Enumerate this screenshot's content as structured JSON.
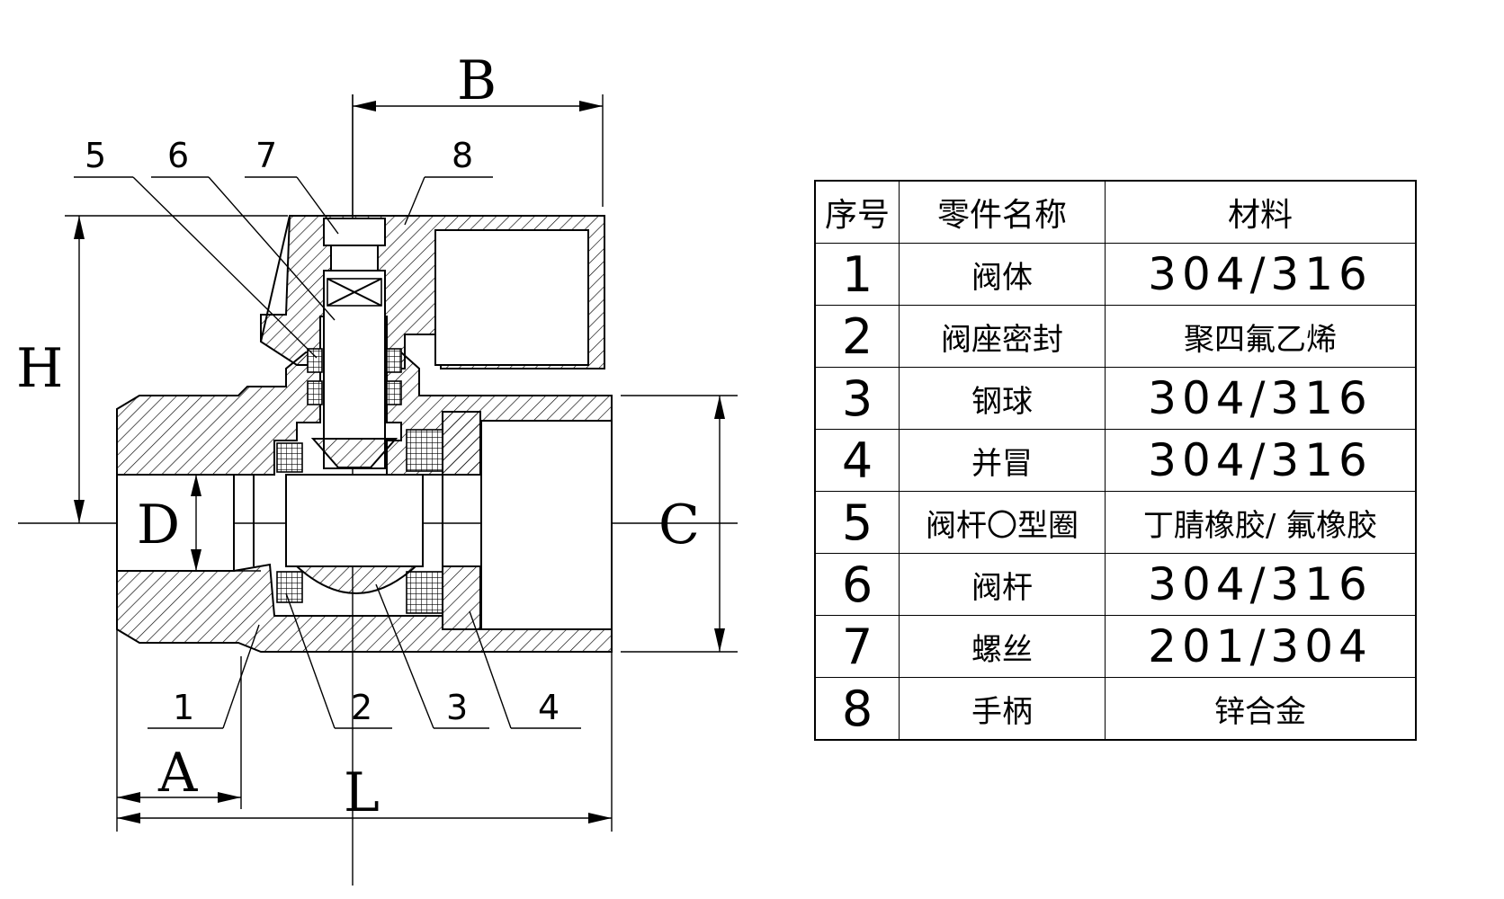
{
  "labels": {
    "dim_B": "B",
    "dim_H": "H",
    "dim_D": "D",
    "dim_C": "C",
    "dim_A": "A",
    "dim_L": "L",
    "callouts": [
      "1",
      "2",
      "3",
      "4",
      "5",
      "6",
      "7",
      "8"
    ]
  },
  "table": {
    "headers": [
      "序号",
      "零件名称",
      "材料"
    ],
    "rows": [
      {
        "no": "1",
        "name": "阀体",
        "material": "304/316"
      },
      {
        "no": "2",
        "name": "阀座密封",
        "material": "聚四氟乙烯"
      },
      {
        "no": "3",
        "name": "钢球",
        "material": "304/316"
      },
      {
        "no": "4",
        "name": "并冒",
        "material": "304/316"
      },
      {
        "no": "5",
        "name": "阀杆〇型圈",
        "material": "丁腈橡胶/ 氟橡胶"
      },
      {
        "no": "6",
        "name": "阀杆",
        "material": "304/316"
      },
      {
        "no": "7",
        "name": "螺丝",
        "material": "201/304"
      },
      {
        "no": "8",
        "name": "手柄",
        "material": "锌合金"
      }
    ]
  }
}
